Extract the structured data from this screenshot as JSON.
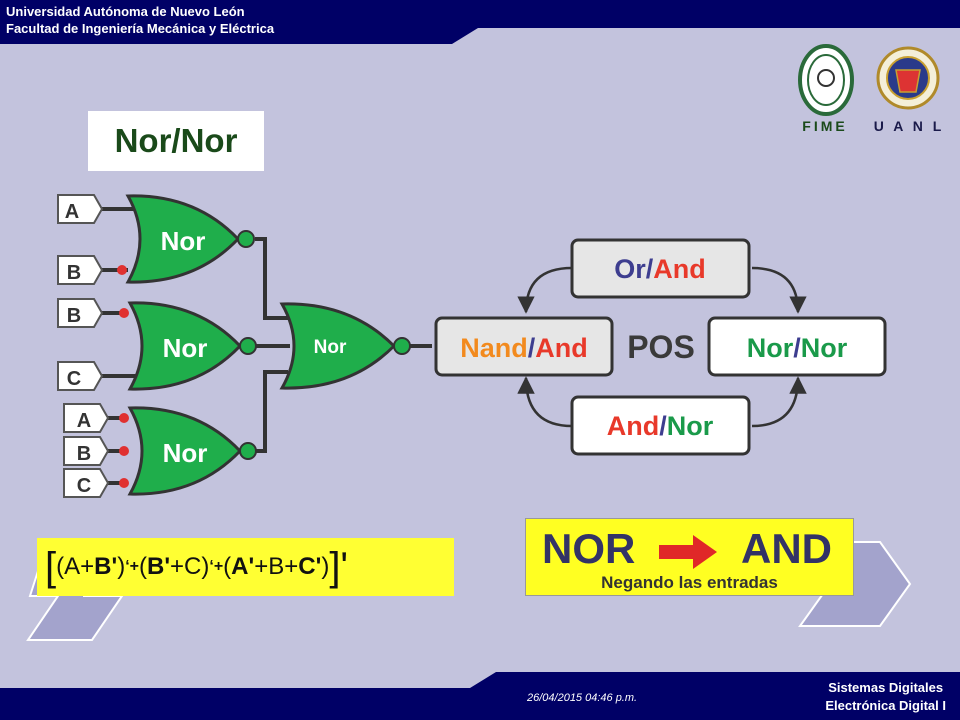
{
  "header": {
    "line1": "Universidad Autónoma de Nuevo León",
    "line2": "Facultad de Ingeniería Mecánica y Eléctrica"
  },
  "logos": {
    "fime": "FIME",
    "uanl": "U A N L"
  },
  "title": "Nor/Nor",
  "circuit": {
    "gate_label": "Nor",
    "inputs": [
      "A",
      "B",
      "B",
      "C",
      "A",
      "B",
      "C"
    ]
  },
  "cycle": {
    "top": {
      "first": "Or",
      "slash": "/",
      "second": "And"
    },
    "left": {
      "first": "Nand",
      "slash": "/",
      "second": "And"
    },
    "right": {
      "first": "Nor",
      "slash": "/",
      "second": "Nor"
    },
    "bottom": {
      "first": "And",
      "slash": "/",
      "second": "Nor"
    },
    "center": "POS"
  },
  "formula": {
    "open": "[",
    "t1": "(A+",
    "t2": "B'",
    "t3": ")",
    "op1": "‘+",
    "t4": "(",
    "t5": "B'",
    "t6": "+C)",
    "op2": "‘+",
    "t7": "(",
    "t8": "A'",
    "t9": "+B+",
    "t10": "C'",
    "t11": ")",
    "close": "]'"
  },
  "conversion": {
    "from": "NOR",
    "to": "AND",
    "subtitle": "Negando las entradas"
  },
  "footer": {
    "date": "26/04/2015 04:46 p.m.",
    "course1": "Sistemas Digitales",
    "course2": "Electrónica Digital I"
  },
  "colors": {
    "navy": "#000066",
    "gate_green": "#1fae4b",
    "label_red": "#e8392a",
    "label_green": "#1a7a3a",
    "highlight_yellow": "#ffff33"
  }
}
